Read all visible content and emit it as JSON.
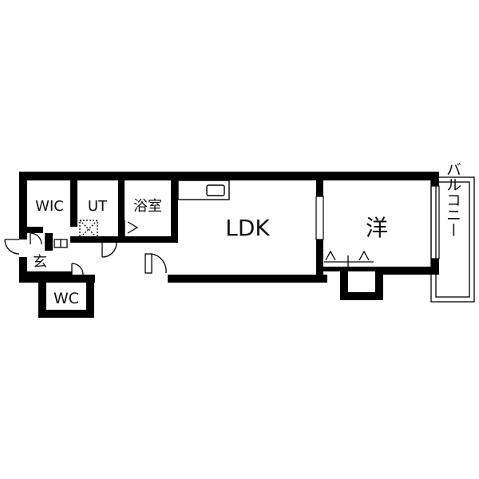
{
  "rooms": {
    "wic": "WIC",
    "ut": "UT",
    "bath": "浴室",
    "ldk": "LDK",
    "western": "洋",
    "entrance": "玄",
    "wc": "WC",
    "balcony": "バルコニー"
  }
}
